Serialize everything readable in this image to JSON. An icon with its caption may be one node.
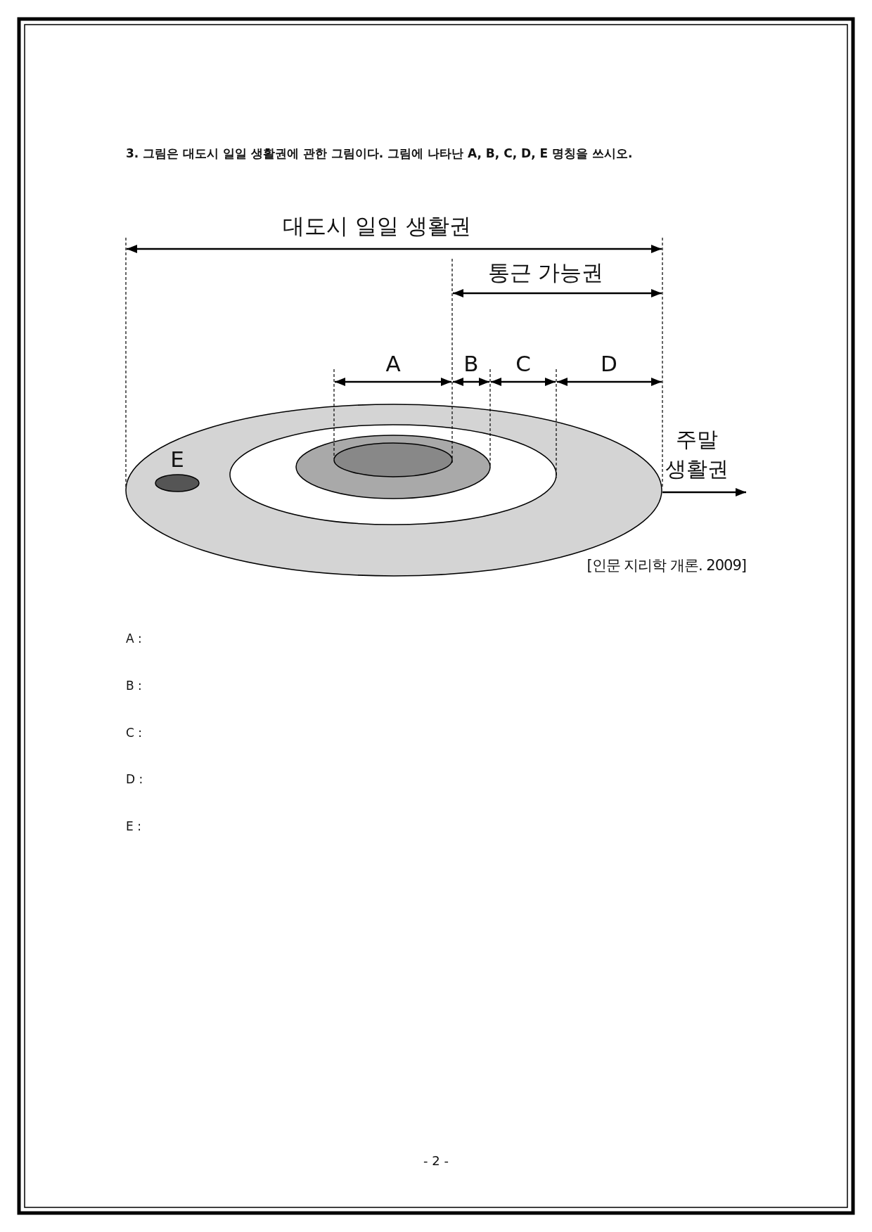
{
  "diagram": {
    "title": "3. 그림은 대도시 일일 생활권에 관한 그림이다. 그림에 나타난 A, B, C, D, E 명칭을 쓰시오.",
    "labels": [
      "대도시 일일 생활권",
      "통근 가능권",
      "A",
      "B",
      "C",
      "D",
      "주말 생활권",
      "E",
      "[인문 지리학 개론. 2009]",
      "A :",
      "B :",
      "C :",
      "D :",
      "E :",
      "- 2 -"
    ]
  }
}
